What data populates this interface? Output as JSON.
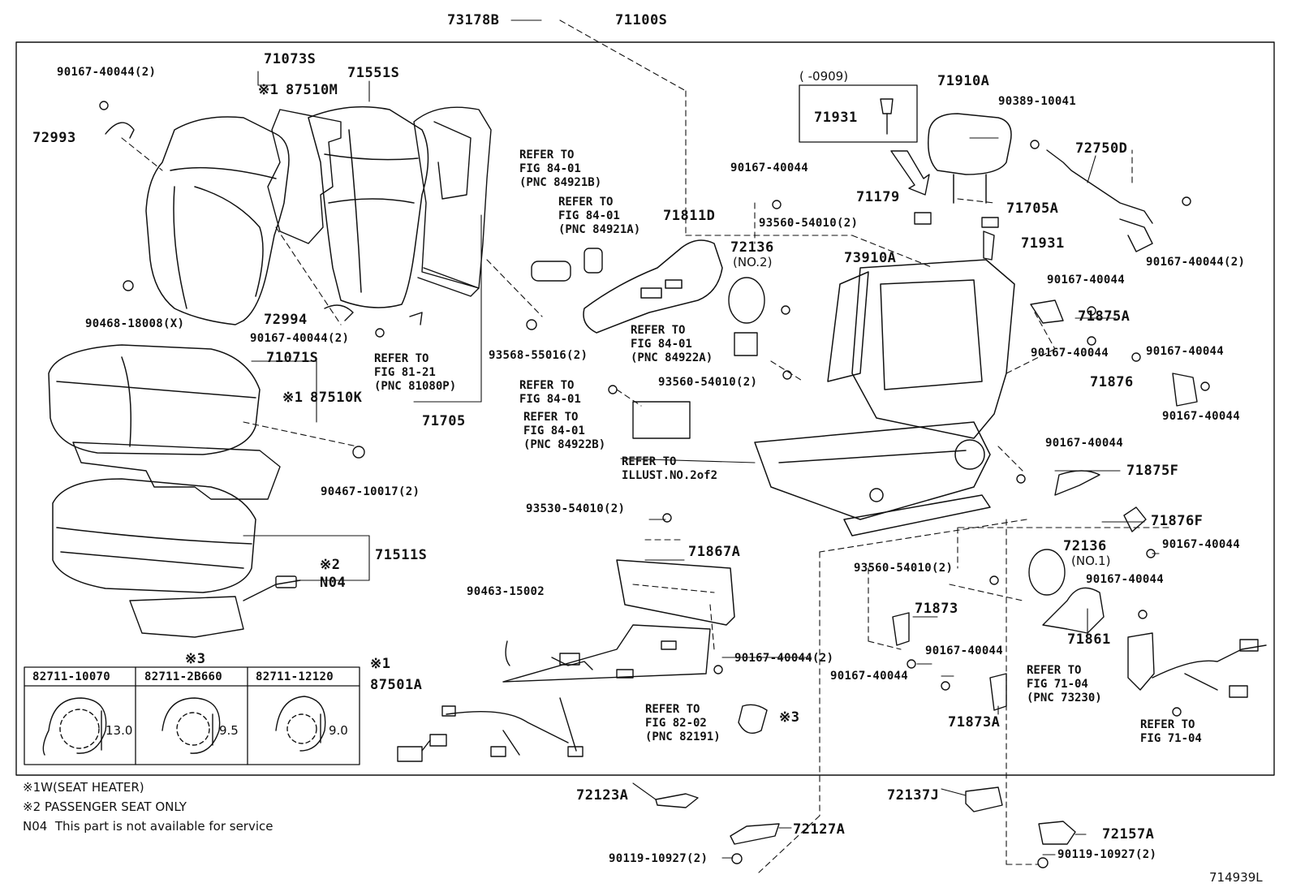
{
  "diagram_id": "714939L",
  "kome": "※",
  "notes": [
    {
      "mark": "※1",
      "text": "W(SEAT HEATER)"
    },
    {
      "mark": "※2",
      "text": "PASSENGER SEAT ONLY"
    },
    {
      "mark": "N04",
      "text": "This part is not available for service"
    }
  ],
  "range_note": "(      -0909)",
  "parts": {
    "p73178B": "73178B",
    "p71100S": "71100S",
    "p71073S": "71073S",
    "p71551S": "71551S",
    "p87510M": "87510M",
    "p90167_40044_2_a": "90167-40044(2)",
    "p72993": "72993",
    "p90468": "90468-18008(X)",
    "p72994": "72994",
    "p90167_40044_2_b": "90167-40044(2)",
    "p71071S": "71071S",
    "p87510K": "87510K",
    "p90467": "90467-10017(2)",
    "p71511S": "71511S",
    "pN04": "N04",
    "p71705": "71705",
    "p93568": "93568-55016(2)",
    "p71811D": "71811D",
    "p90167_40044_c": "90167-40044",
    "p72136_2": "72136",
    "p72136_2_no": "(NO.2)",
    "p93560_a": "93560-54010(2)",
    "p93560_b": "93560-54010(2)",
    "p71931_a": "71931",
    "p71910A": "71910A",
    "p90389": "90389-10041",
    "p72750D": "72750D",
    "p71179": "71179",
    "p71705A": "71705A",
    "p71931_b": "71931",
    "p90167_40044_2_d": "90167-40044(2)",
    "p73910A": "73910A",
    "p90167_40044_e": "90167-40044",
    "p71875A": "71875A",
    "p90167_40044_f": "90167-40044",
    "p90167_40044_g": "90167-40044",
    "p71876": "71876",
    "p90167_40044_h": "90167-40044",
    "p90167_40044_i": "90167-40044",
    "p71875F": "71875F",
    "p71876F": "71876F",
    "p90167_40044_j": "90167-40044",
    "p72136_1": "72136",
    "p72136_1_no": "(NO.1)",
    "p93560_c": "93560-54010(2)",
    "p90167_40044_k": "90167-40044",
    "p71873": "71873",
    "p90167_40044_l": "90167-40044",
    "p71861": "71861",
    "p90167_40044_m": "90167-40044",
    "p71873A": "71873A",
    "p93530": "93530-54010(2)",
    "p71867A": "71867A",
    "p90463": "90463-15002",
    "p90167_40044_2_n": "90167-40044(2)",
    "p87501A": "87501A",
    "p72123A": "72123A",
    "p72127A": "72127A",
    "p90119_a": "90119-10927(2)",
    "p72137J": "72137J",
    "p72157A": "72157A",
    "p90119_b": "90119-10927(2)"
  },
  "marks": {
    "m87510M": "※1",
    "m87510K": "※1",
    "mN04": "※2",
    "m87501A": "※1",
    "mClip": "※3",
    "mClipRef": "※3"
  },
  "refs": {
    "r84921B": "REFER TO\nFIG 84-01\n(PNC 84921B)",
    "r84921A": "REFER TO\nFIG 84-01\n(PNC 84921A)",
    "r81080P": "REFER TO\nFIG 81-21\n(PNC 81080P)",
    "r84922A": "REFER TO\nFIG 84-01\n(PNC 84922A)",
    "r8401": "REFER TO\nFIG 84-01",
    "r84922B": "REFER TO\nFIG 84-01\n(PNC 84922B)",
    "rIllust": "REFER TO\nILLUST.NO.2of2",
    "r82191": "REFER TO\nFIG 82-02\n(PNC 82191)",
    "r73230": "REFER TO\nFIG 71-04\n(PNC 73230)",
    "r7104": "REFER TO\nFIG 71-04"
  },
  "clip_table": [
    {
      "part": "82711-10070",
      "dim": "13.0"
    },
    {
      "part": "82711-2B660",
      "dim": "9.5"
    },
    {
      "part": "82711-12120",
      "dim": "9.0"
    }
  ]
}
